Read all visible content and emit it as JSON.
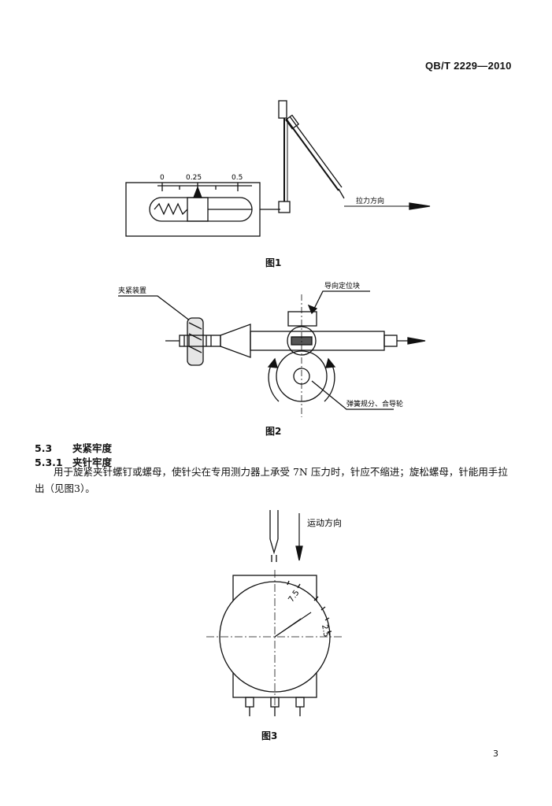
{
  "header": {
    "standard_code": "QB/T 2229—2010"
  },
  "figure1": {
    "scale_labels": [
      "0",
      "0.25",
      "0.5"
    ],
    "arrow_label": "拉力方向",
    "caption": "图1"
  },
  "figure2": {
    "label_clamp": "夹紧装置",
    "label_guide": "导向定位块",
    "label_wheel": "弹簧规分、合导轮",
    "caption": "图2"
  },
  "section": {
    "h1_num": "5.3",
    "h1_title": "夹紧牢度",
    "h2_num": "5.3.1",
    "h2_title": "夹针牢度",
    "paragraph": "用于旋紧夹针螺钉或螺母，使针尖在专用测力器上承受 7N 压力时，针应不缩进；旋松螺母，针能用手拉出（见图3）。"
  },
  "figure3": {
    "motion_label": "运动方向",
    "dial_marks": [
      "7.5",
      "2.5"
    ],
    "caption": "图3"
  },
  "footer": {
    "page_number": "3"
  }
}
